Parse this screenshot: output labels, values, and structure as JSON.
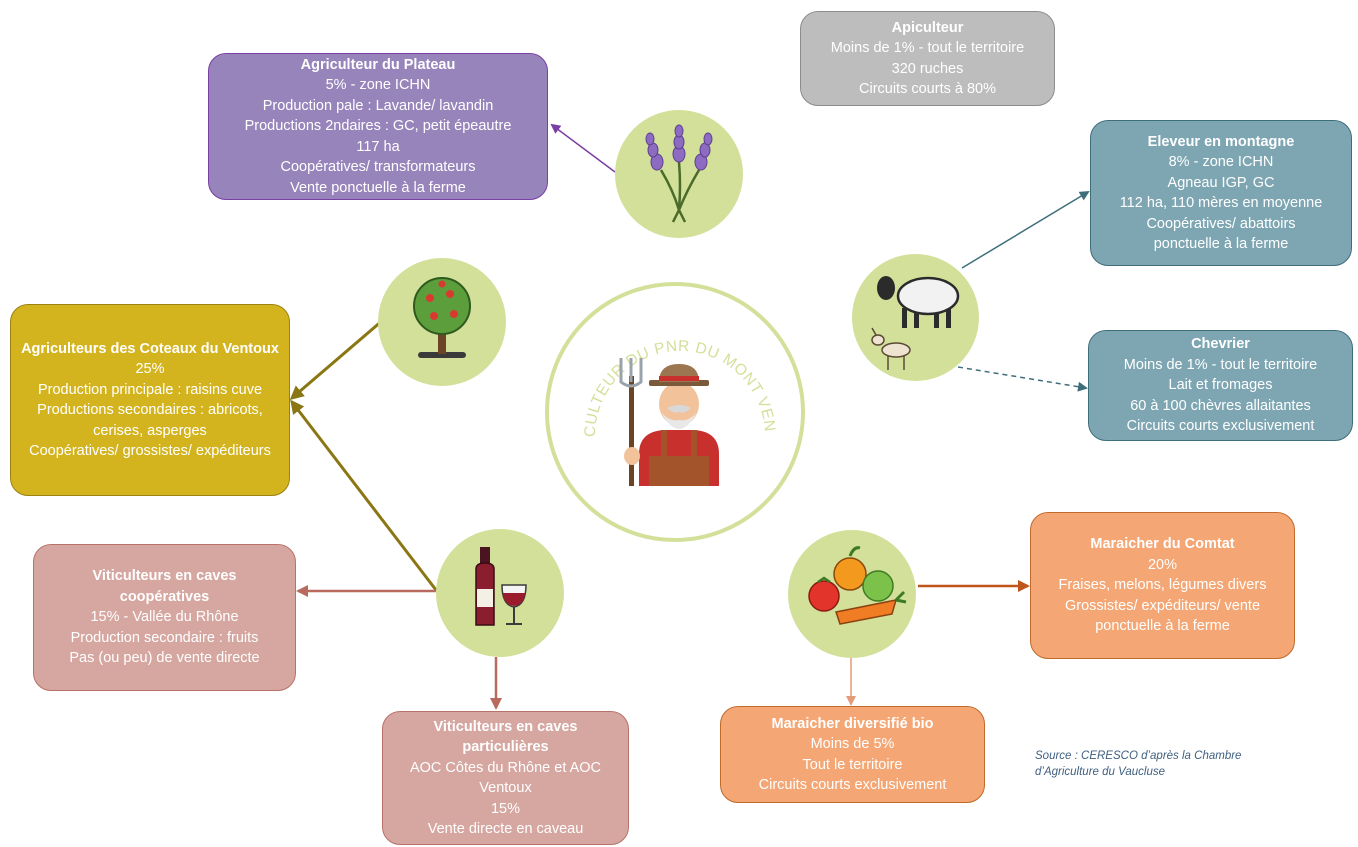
{
  "center": {
    "label": "AGRICULTEUR DU PNR DU MONT VENTOUX",
    "icon": "farmer-icon"
  },
  "boxes": {
    "plateau": {
      "title": "Agriculteur du Plateau",
      "lines": [
        "5% - zone ICHN",
        "Production pale : Lavande/ lavandin",
        "Productions 2ndaires : GC, petit épeautre",
        "117 ha",
        "Coopératives/ transformateurs",
        "Vente ponctuelle à la ferme"
      ]
    },
    "apiculteur": {
      "title": "Apiculteur",
      "lines": [
        "Moins de 1% - tout le territoire",
        "320 ruches",
        "Circuits courts à 80%"
      ]
    },
    "eleveur": {
      "title": "Eleveur en montagne",
      "lines": [
        "8% - zone ICHN",
        "Agneau IGP, GC",
        "112 ha, 110 mères en moyenne",
        "Coopératives/ abattoirs",
        "ponctuelle à la ferme"
      ]
    },
    "chevrier": {
      "title": "Chevrier",
      "lines": [
        "Moins de 1% - tout le territoire",
        "Lait et fromages",
        "60 à 100 chèvres allaitantes",
        "Circuits courts exclusivement"
      ]
    },
    "coteaux": {
      "title": "Agriculteurs des Coteaux du Ventoux",
      "lines": [
        "25%",
        "Production principale : raisins cuve",
        "Productions secondaires : abricots, cerises, asperges",
        "Coopératives/ grossistes/ expéditeurs"
      ]
    },
    "coop": {
      "title": "Viticulteurs en caves coopératives",
      "lines": [
        "15% - Vallée du Rhône",
        "Production secondaire : fruits",
        "Pas (ou peu) de vente directe"
      ]
    },
    "part": {
      "title": "Viticulteurs en caves particulières",
      "lines": [
        "AOC Côtes du Rhône et AOC Ventoux",
        "15%",
        "Vente directe en caveau"
      ]
    },
    "comtat": {
      "title": "Maraicher du Comtat",
      "lines": [
        "20%",
        "Fraises, melons, légumes divers",
        "Grossistes/ expéditeurs/ vente ponctuelle à la ferme"
      ]
    },
    "bio": {
      "title": "Maraicher diversifié bio",
      "lines": [
        "Moins de 5%",
        "Tout le territoire",
        "Circuits courts exclusivement"
      ]
    }
  },
  "nodes": [
    {
      "id": "lavender",
      "icon": "lavender-icon"
    },
    {
      "id": "tree",
      "icon": "fruit-tree-icon"
    },
    {
      "id": "sheep",
      "icon": "sheep-goat-icon"
    },
    {
      "id": "wine",
      "icon": "wine-bottle-glass-icon"
    },
    {
      "id": "veg",
      "icon": "vegetables-icon"
    }
  ],
  "source": "Source : CERESCO d’après la Chambre d’Agriculture du Vaucluse",
  "colors": {
    "node_fill": "#d3e09a",
    "center_ring": "#d3e09a",
    "center_text": "#d3e09a",
    "plateau": "#9784bb",
    "apiculteur": "#bdbdbd",
    "eleveur": "#7da6b2",
    "coteaux": "#d4b41e",
    "viticulteurs": "#d6a6a0",
    "maraicher": "#f4a674"
  }
}
